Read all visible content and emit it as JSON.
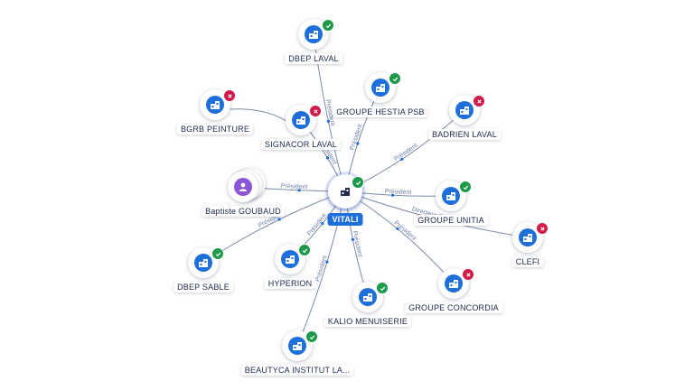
{
  "center": {
    "label": "VITALI",
    "icon": "building-icon",
    "status": "ok"
  },
  "nodes": [
    {
      "id": "dbep-laval",
      "label": "DBEP LAVAL",
      "icon": "building-icon",
      "status": "ok",
      "edge": "Président"
    },
    {
      "id": "groupe-hestia-psb",
      "label": "GROUPE HESTIA PSB",
      "icon": "building-icon",
      "status": "ok",
      "edge": "Président"
    },
    {
      "id": "badrien-laval",
      "label": "BADRIEN LAVAL",
      "icon": "building-icon",
      "status": "ko",
      "edge": "Président"
    },
    {
      "id": "groupe-unitia",
      "label": "GROUPE UNITIA",
      "icon": "building-icon",
      "status": "ok",
      "edge": "Président"
    },
    {
      "id": "clefi",
      "label": "CLEFI",
      "icon": "building-icon",
      "status": "ko",
      "edge": "Directeur Général"
    },
    {
      "id": "groupe-concordia",
      "label": "GROUPE CONCORDIA",
      "icon": "building-icon",
      "status": "ko",
      "edge": "Président"
    },
    {
      "id": "kalio-menuiserie",
      "label": "KALIO MENUISERIE",
      "icon": "building-icon",
      "status": "ok",
      "edge": "Président"
    },
    {
      "id": "beautyca",
      "label": "BEAUTYCA INSTITUT LA...",
      "icon": "building-icon",
      "status": "ok",
      "edge": "Président"
    },
    {
      "id": "hyperion",
      "label": "HYPERION",
      "icon": "building-icon",
      "status": "ok",
      "edge": "Président"
    },
    {
      "id": "dbep-sable",
      "label": "DBEP SABLE",
      "icon": "building-icon",
      "status": "ok",
      "edge": "Président"
    },
    {
      "id": "baptiste-goubaud",
      "label": "Baptiste GOUBAUD",
      "icon": "person-icon",
      "status": "none",
      "edge": "Président"
    },
    {
      "id": "bgrb-peinture",
      "label": "BGRB PEINTURE",
      "icon": "building-icon",
      "status": "ko",
      "edge": ""
    },
    {
      "id": "signacor-laval",
      "label": "SIGNACOR LAVAL",
      "icon": "building-icon",
      "status": "ko",
      "edge": "Président"
    }
  ],
  "colors": {
    "accent": "#1e6fd9",
    "ok": "#1c9a4a",
    "ko": "#d11a4a",
    "person": "#8a55d6",
    "edge": "#7d8aa6"
  }
}
